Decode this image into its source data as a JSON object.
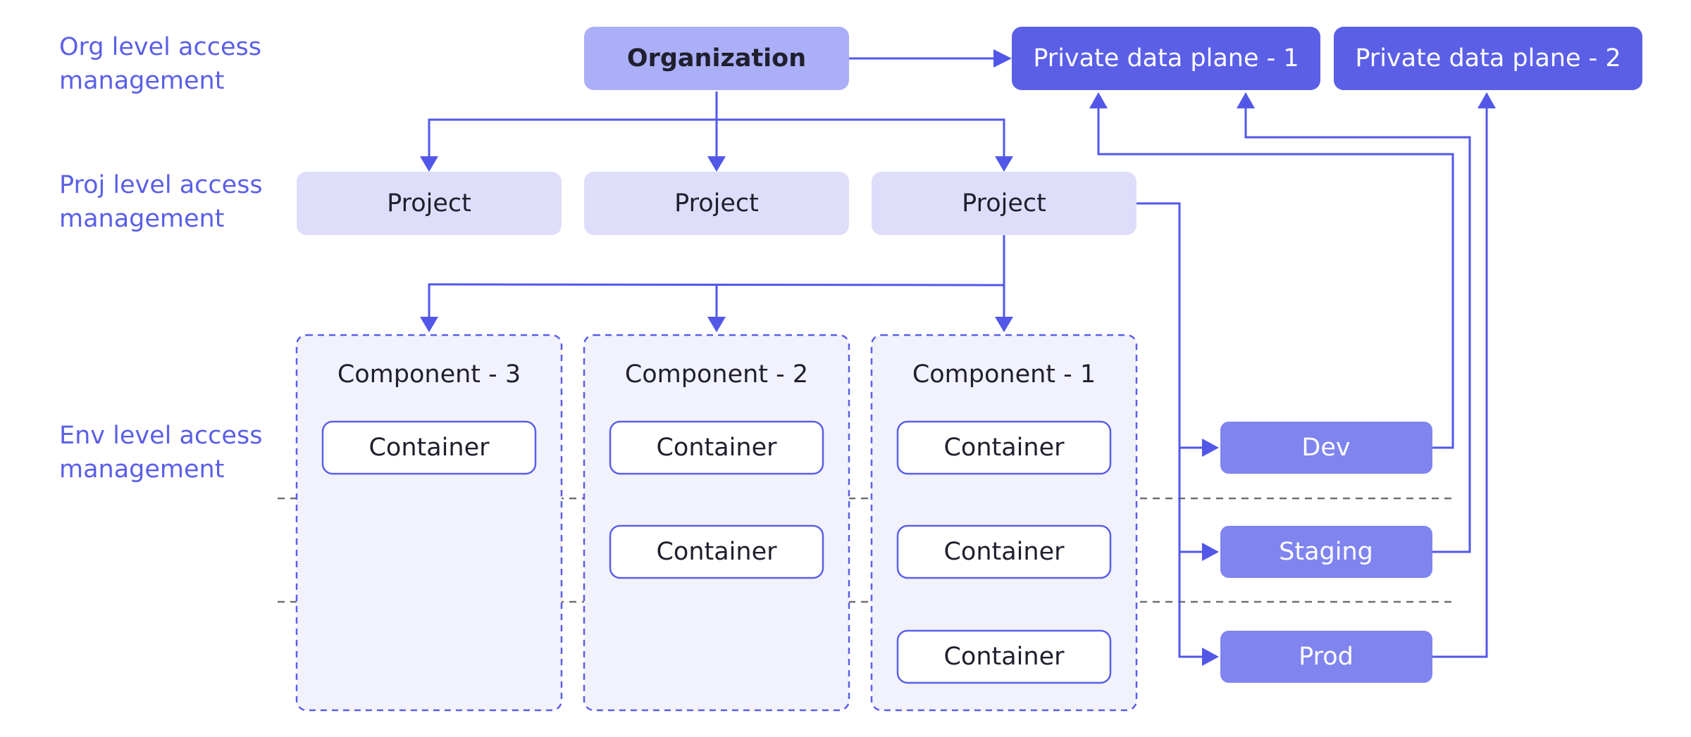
{
  "side_labels": {
    "org": [
      "Org level access",
      "management"
    ],
    "proj": [
      "Proj level access",
      "management"
    ],
    "env": [
      "Env level access",
      "management"
    ]
  },
  "organization": "Organization",
  "data_planes": [
    "Private data plane - 1",
    "Private data plane - 2"
  ],
  "projects": [
    "Project",
    "Project",
    "Project"
  ],
  "components": [
    "Component - 3",
    "Component - 2",
    "Component - 1"
  ],
  "container_label": "Container",
  "environments": [
    "Dev",
    "Staging",
    "Prod"
  ],
  "colors": {
    "organization_fill": "#abaff7",
    "data_plane_fill": "#5b5fe6",
    "project_fill": "#dedefa",
    "component_fill": "#f2f2fc",
    "component_border": "#5b5fe6",
    "container_border": "#5b5fe6",
    "environment_fill": "#7f84ef",
    "connector": "#5257e8",
    "label_text": "#5b5fe6"
  }
}
